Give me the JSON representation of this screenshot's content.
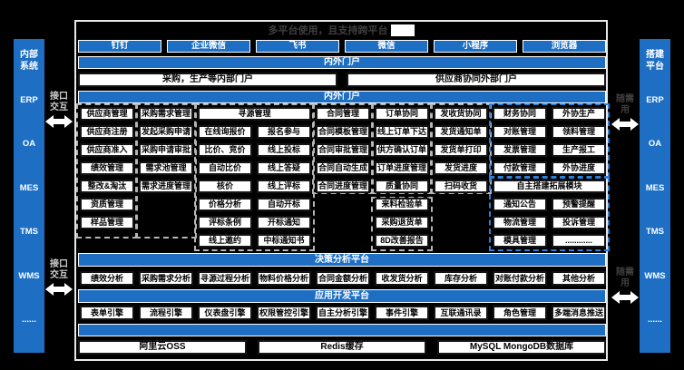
{
  "title": {
    "text": "多平台使用，且支持跨平台"
  },
  "colors": {
    "accent_blue": "#1e6fc4",
    "background": "#000000",
    "box_border": "#141414",
    "dashed_gray": "#b5b5b5",
    "dashed_blue": "#2e7fd6"
  },
  "left_sidebar": {
    "title": "内部\n系统",
    "items": [
      "ERP",
      "OA",
      "MES",
      "TMS",
      "WMS",
      "......"
    ]
  },
  "right_sidebar": {
    "title": "搭建\n平台",
    "items": [
      "ERP",
      "OA",
      "MES",
      "TMS",
      "WMS",
      "......"
    ]
  },
  "connectors": {
    "left_label": "接口\n交互",
    "right_label": "随需\n用"
  },
  "apps": [
    "钉钉",
    "企业微信",
    "飞书",
    "微信",
    "小程序",
    "浏览器"
  ],
  "bands": {
    "portal_outer": "内外门户",
    "portal_inner": "内外门户",
    "decision": "决策分析平台",
    "appdev": "应用开发平台"
  },
  "portals": {
    "internal": "采购，生产等内部门户",
    "external": "供应商协同外部门户"
  },
  "modules": {
    "supplier": {
      "header": "供应商管理",
      "items": [
        "供应商注册",
        "供应商准入",
        "绩效管理",
        "整改&淘汰",
        "资质管理",
        "样品管理"
      ]
    },
    "demand": {
      "header": "采购需求管理",
      "items": [
        "发起采购申请",
        "采购申请审批",
        "需求池管理",
        "需求进度管理"
      ]
    },
    "sourcing": {
      "header": "寻源管理",
      "col_a": [
        "在线询报价",
        "比价、竞价",
        "自动比价",
        "核价",
        "价格分析",
        "评标条例",
        "线上邀约"
      ],
      "col_b": [
        "报名参与",
        "线上投标",
        "线上答疑",
        "线上评标",
        "自动开标",
        "开标通知",
        "中标通知书"
      ]
    },
    "contract": {
      "header": "合同管理",
      "items": [
        "合同模板管理",
        "合同审批管理",
        "合同自动生成",
        "合同进度管理"
      ]
    },
    "order": {
      "header": "订单协同",
      "items": [
        "线上订单下达",
        "供方确认订单",
        "订单进度管理",
        "质量协同"
      ],
      "quality_items": [
        "来料检验单",
        "采购退货单",
        "8D改善报告"
      ]
    },
    "shipping": {
      "header": "发收货协同",
      "items": [
        "发货通知单",
        "发货单打印",
        "发货进度",
        "扫码收货"
      ]
    },
    "finance": {
      "header": "财务协同",
      "items": [
        "对账管理",
        "发票管理",
        "付款管理"
      ]
    },
    "outsourcing": {
      "header": "外协生产",
      "items": [
        "领料管理",
        "生产报工",
        "外协进度"
      ]
    },
    "extension": {
      "header": "自主搭建拓展模块",
      "col_a": [
        "通知公告",
        "物流管理",
        "模具管理"
      ],
      "col_b": [
        "预警提醒",
        "投诉管理",
        "............"
      ]
    }
  },
  "analysis": {
    "items": [
      "绩效分析",
      "采购需求分析",
      "寻源过程分析",
      "物料价格分析",
      "合同金额分析",
      "收发货分析",
      "库存分析",
      "对账付款分析",
      "其他分析"
    ]
  },
  "engines": {
    "items": [
      "表单引擎",
      "流程引擎",
      "仪表盘引擎",
      "权限管控引擎",
      "自主分析引擎",
      "事件引擎",
      "互联通讯录",
      "角色管理",
      "多端消息推送"
    ]
  },
  "storage": {
    "items": [
      "阿里云OSS",
      "Redis缓存",
      "MySQL MongoDB数据库"
    ]
  }
}
